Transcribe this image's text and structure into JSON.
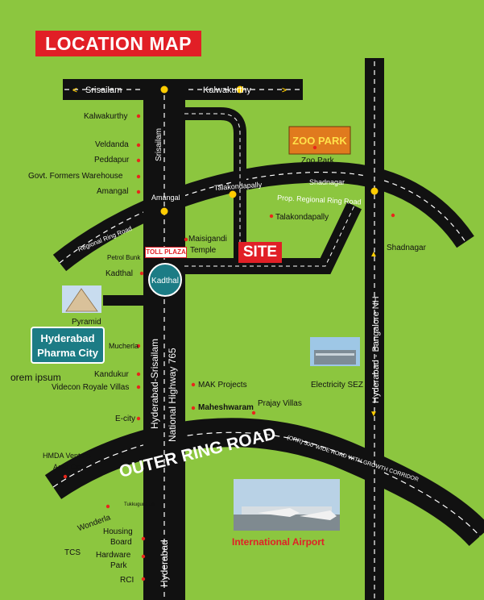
{
  "title": "LOCATION MAP",
  "site": "SITE",
  "toll_plaza": "TOLL PLAZA",
  "circle_label": "Kadthal",
  "pharma_city": [
    "Hyderabad",
    "Pharma City"
  ],
  "zoo_logo": "ZOO PARK",
  "top_road": {
    "left": "Srisailam",
    "right": "Kalwakurthy"
  },
  "road_labels": {
    "srisailam_vertical": "Srisailam",
    "regional_ring_road": "Regional Ring Road",
    "prop_regional_ring_road": "Prop. Regional Ring Road",
    "amangal_road": "Amangal",
    "talakondapally_road": "Talakondapally",
    "shadnagar_road": "Shadnagar",
    "hyd_srisailam_nh": [
      "Hyderabad-Srisailam",
      "National Highway 765"
    ],
    "hyd_bangalore_nh": "Hyderabad - Bangalore NH",
    "outer_ring_road": "OUTER RING ROAD",
    "orr_note": "(ORR) 500' WIDE ROAD WITH GROWTH CORRIDOR",
    "hyderabad_bottom": "Hyderabad",
    "tukkuguda": "Tukkuguda Jn"
  },
  "places_left": [
    "Kalwakurthy",
    "Veldanda",
    "Peddapur",
    "Govt. Formers Warehouse",
    "Amangal"
  ],
  "places": {
    "zoo_park": "Zoo Park",
    "talakondapally": "Talakondapally",
    "shadnagar": "Shadnagar",
    "maisigandi": [
      "Maisigandi",
      "Temple"
    ],
    "petrol_bunk": "Petrol Bunk",
    "kadthal": "Kadthal",
    "pyramid": "Pyramid",
    "mucherla": "Mucherla",
    "lorem": "orem ipsum",
    "kandukur": "Kandukur",
    "videcon": "Videcon Royale Villas",
    "ecity": "E-city",
    "mak": "MAK Projects",
    "maheshwaram": "Maheshwaram",
    "prajay": "Prajay Villas",
    "electricity_sez": "Electricity SEZ",
    "hmda": [
      "HMDA Venture",
      "Aero City"
    ],
    "wonderla": "Wonderla",
    "tcs": "TCS",
    "housing_board": [
      "Housing",
      "Board"
    ],
    "hardware_park": [
      "Hardware",
      "Park"
    ],
    "rci": "RCI",
    "airport": "International Airport"
  },
  "colors": {
    "background": "#8cc63f",
    "road": "#111111",
    "accent": "#e11f26",
    "pharma": "#1c7c85",
    "marker": "#ffcc00"
  }
}
